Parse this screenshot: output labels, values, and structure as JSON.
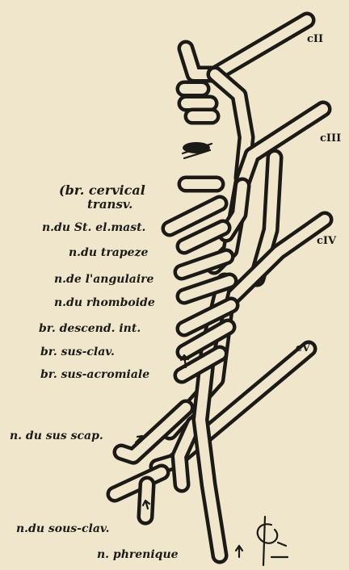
{
  "figure": {
    "roots": {
      "c2": "cII",
      "c3": "cIII",
      "c4": "cIV",
      "c5": "cV"
    },
    "labels": {
      "cervical_transverse_line1": "(br. cervical",
      "cervical_transverse_line2": "transv.",
      "sterno_mastoid": "n.du St. el.mast.",
      "trapezius": "n.du trapeze",
      "angulaire": "n.de l'angulaire",
      "rhomboide": "n.du rhomboide",
      "descending_int": "br. descend. int.",
      "sus_clav": "br. sus-clav.",
      "sus_acromiale": "br. sus-acromiale",
      "sus_scap": "n. du sus scap.",
      "sous_clav": "n.du sous-clav.",
      "phrenique": "n. phrenique"
    },
    "signature": "R",
    "colors": {
      "paper": "#efe6cc",
      "ink": "#1c1a16"
    }
  }
}
